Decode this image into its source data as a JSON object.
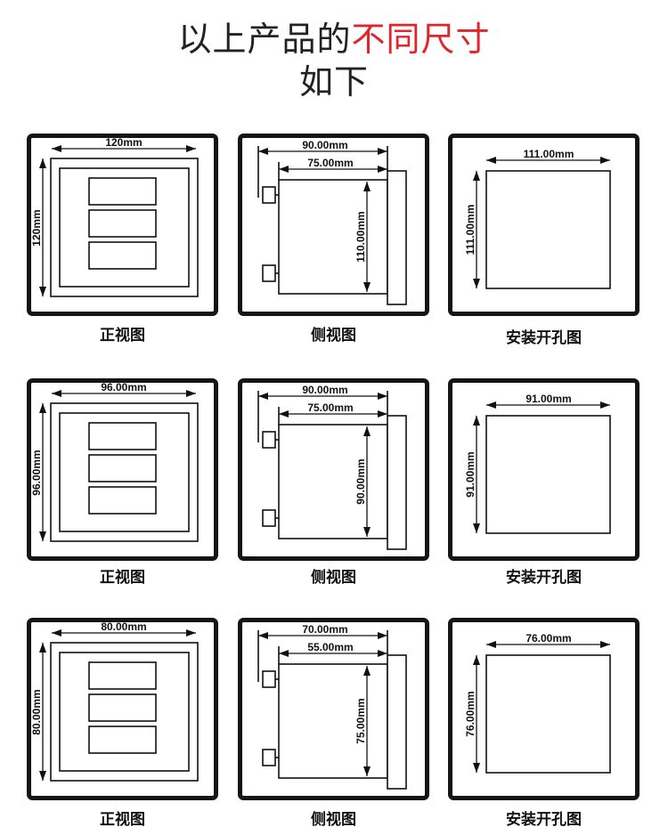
{
  "header": {
    "line1_prefix": "以上产品的",
    "line1_accent": "不同尺寸",
    "line2": "如下",
    "accent_color": "#e0262b"
  },
  "captions": {
    "front": "正视图",
    "side": "侧视图",
    "cutout": "安装开孔图"
  },
  "rows": [
    {
      "front": {
        "width": "120mm",
        "height": "120mm"
      },
      "side": {
        "total_depth": "90.00mm",
        "body_depth": "75.00mm",
        "height": "110.00mm"
      },
      "cutout": {
        "width": "111.00mm",
        "height": "111.00mm"
      }
    },
    {
      "front": {
        "width": "96.00mm",
        "height": "96.00mm"
      },
      "side": {
        "total_depth": "90.00mm",
        "body_depth": "75.00mm",
        "height": "90.00mm"
      },
      "cutout": {
        "width": "91.00mm",
        "height": "91.00mm"
      }
    },
    {
      "front": {
        "width": "80.00mm",
        "height": "80.00mm"
      },
      "side": {
        "total_depth": "70.00mm",
        "body_depth": "55.00mm",
        "height": "75.00mm"
      },
      "cutout": {
        "width": "76.00mm",
        "height": "76.00mm"
      }
    }
  ]
}
